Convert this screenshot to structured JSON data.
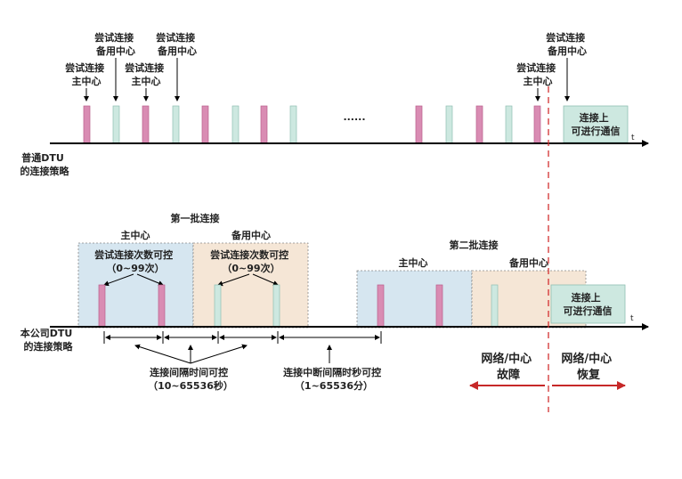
{
  "colors": {
    "primary_pulse": "#d98cb3",
    "backup_pulse": "#cde8e0",
    "primary_zone": "#d6e6f0",
    "backup_zone": "#f5e6d6",
    "connected_box": "#cde8e0",
    "failure_line": "#d32f2f",
    "axis": "#000000"
  },
  "top": {
    "try_backup": "尝试连接\n备用中心",
    "try_primary": "尝试连接\n主中心",
    "dots": "......",
    "connected": "连接上\n可进行通信",
    "axis_t": "t",
    "strategy": "普通DTU\n的连接策略"
  },
  "bottom": {
    "batch1": "第一批连接",
    "batch2": "第二批连接",
    "primary": "主中心",
    "backup": "备用中心",
    "primary2": "主中心",
    "backup2": "备用中心",
    "count_note_primary": "尝试连接次数可控\n（0~99次）",
    "count_note_backup": "尝试连接次数可控\n（0~99次）",
    "connected": "连接上\n可进行通信",
    "axis_t": "t",
    "strategy": "本公司DTU\n的连接策略",
    "interval_note": "连接间隔时间可控\n（10~65536秒）",
    "break_note": "连接中断间隔时秒可控\n（1~65536分）",
    "failure": "网络/中心\n故障",
    "recovery": "网络/中心\n恢复"
  }
}
